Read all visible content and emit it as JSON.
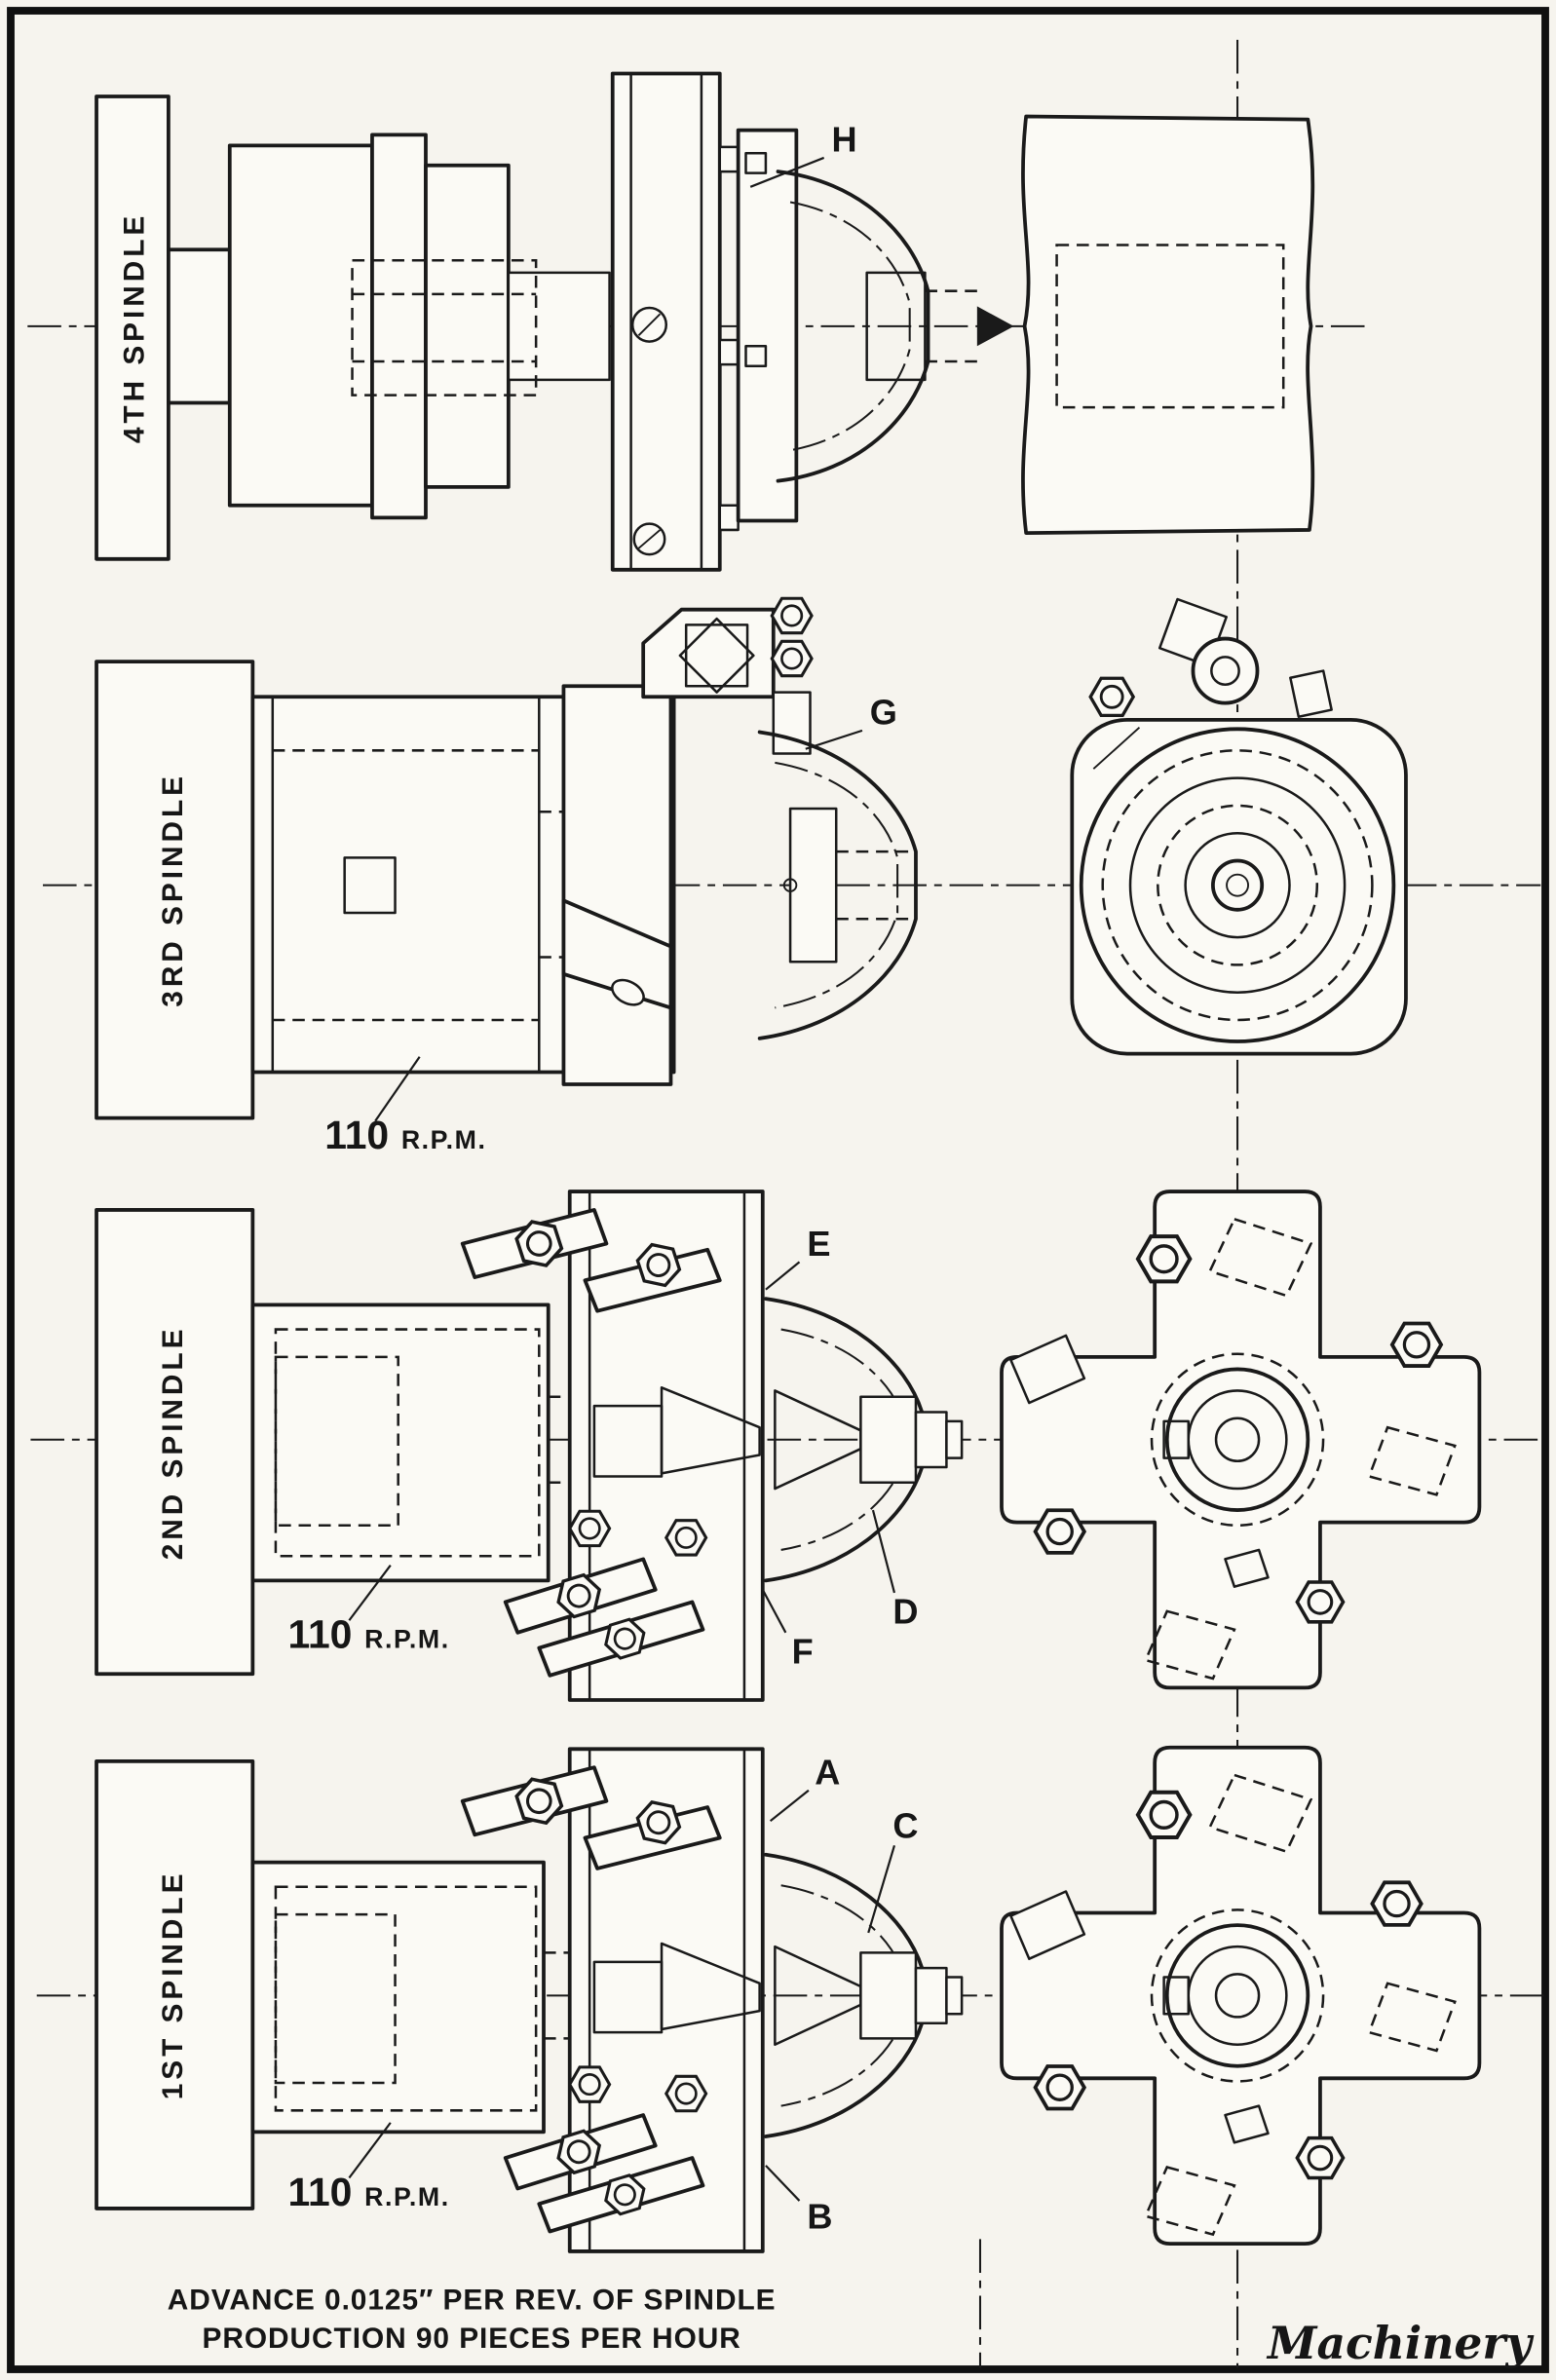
{
  "figure": {
    "caption_line1": "ADVANCE 0.0125″ PER REV. OF SPINDLE",
    "caption_line2": "PRODUCTION 90 PIECES PER HOUR",
    "signature": "Machinery"
  },
  "spindles": [
    {
      "label": "4TH SPINDLE"
    },
    {
      "label": "3RD SPINDLE",
      "rpm_value": "110",
      "rpm_unit": "R.P.M."
    },
    {
      "label": "2ND SPINDLE",
      "rpm_value": "110",
      "rpm_unit": "R.P.M."
    },
    {
      "label": "1ST SPINDLE",
      "rpm_value": "110",
      "rpm_unit": "R.P.M."
    }
  ],
  "part_labels": {
    "a": "A",
    "b": "B",
    "c": "C",
    "d": "D",
    "e": "E",
    "f": "F",
    "g": "G",
    "h": "H"
  },
  "colors": {
    "ink": "#1a1a1a",
    "paper": "#f6f4ee"
  }
}
